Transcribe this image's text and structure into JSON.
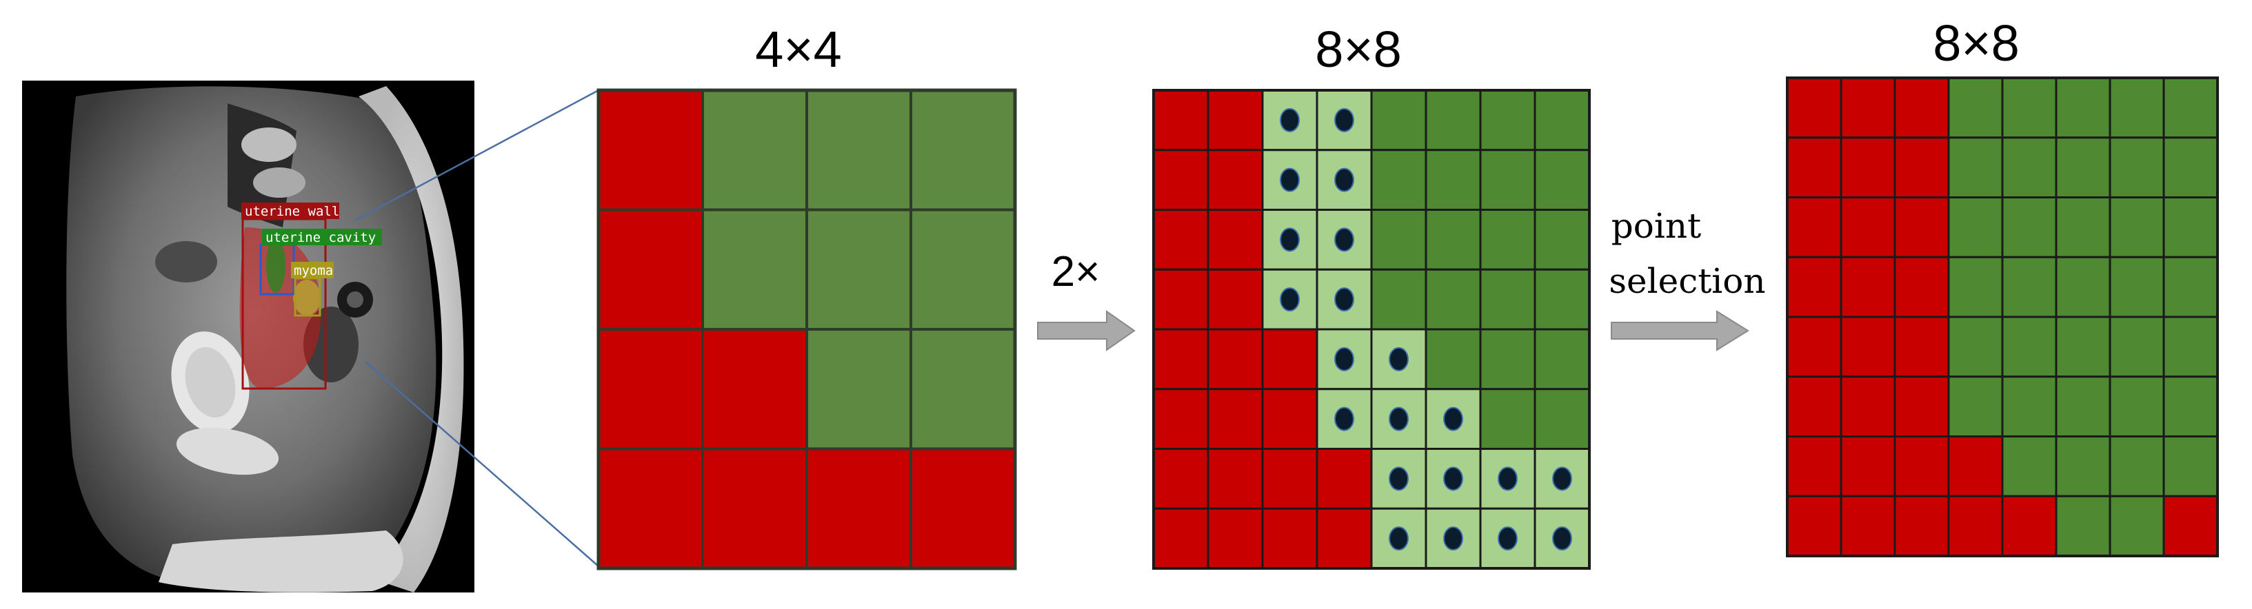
{
  "mri_labels": [
    "uterine wall",
    "uterine cavity",
    "myoma"
  ],
  "colors": {
    "red": "#c80000",
    "dark_green": "#4f8a32",
    "mid_green": "#5d8a40",
    "light_green": "#a9d18e",
    "dot": "#0b1d2d",
    "label_red": "#a01010",
    "label_green": "#1e8a1e",
    "label_yellow": "#a89a1a",
    "connector": "#4a6fa0",
    "arrow": "#a9a9a9"
  },
  "grids": [
    {
      "title": "4×4",
      "size": 4,
      "cells": [
        [
          "R",
          "D",
          "D",
          "D"
        ],
        [
          "R",
          "D",
          "D",
          "D"
        ],
        [
          "R",
          "R",
          "D",
          "D"
        ],
        [
          "R",
          "R",
          "R",
          "R"
        ]
      ]
    },
    {
      "title": "8×8",
      "size": 8,
      "cells": [
        [
          "R",
          "R",
          "P",
          "P",
          "D",
          "D",
          "D",
          "D"
        ],
        [
          "R",
          "R",
          "P",
          "P",
          "D",
          "D",
          "D",
          "D"
        ],
        [
          "R",
          "R",
          "P",
          "P",
          "D",
          "D",
          "D",
          "D"
        ],
        [
          "R",
          "R",
          "P",
          "P",
          "D",
          "D",
          "D",
          "D"
        ],
        [
          "R",
          "R",
          "R",
          "P",
          "P",
          "D",
          "D",
          "D"
        ],
        [
          "R",
          "R",
          "R",
          "P",
          "P",
          "P",
          "D",
          "D"
        ],
        [
          "R",
          "R",
          "R",
          "R",
          "P",
          "P",
          "P",
          "P"
        ],
        [
          "R",
          "R",
          "R",
          "R",
          "P",
          "P",
          "P",
          "P"
        ]
      ]
    },
    {
      "title": "8×8",
      "size": 8,
      "cells": [
        [
          "R",
          "R",
          "R",
          "D",
          "D",
          "D",
          "D",
          "D"
        ],
        [
          "R",
          "R",
          "R",
          "D",
          "D",
          "D",
          "D",
          "D"
        ],
        [
          "R",
          "R",
          "R",
          "D",
          "D",
          "D",
          "D",
          "D"
        ],
        [
          "R",
          "R",
          "R",
          "D",
          "D",
          "D",
          "D",
          "D"
        ],
        [
          "R",
          "R",
          "R",
          "D",
          "D",
          "D",
          "D",
          "D"
        ],
        [
          "R",
          "R",
          "R",
          "D",
          "D",
          "D",
          "D",
          "D"
        ],
        [
          "R",
          "R",
          "R",
          "R",
          "D",
          "D",
          "D",
          "D"
        ],
        [
          "R",
          "R",
          "R",
          "R",
          "R",
          "D",
          "D",
          "R"
        ]
      ]
    }
  ],
  "arrows": [
    {
      "label": "2×"
    },
    {
      "label_line1": "point",
      "label_line2": "selection"
    }
  ]
}
